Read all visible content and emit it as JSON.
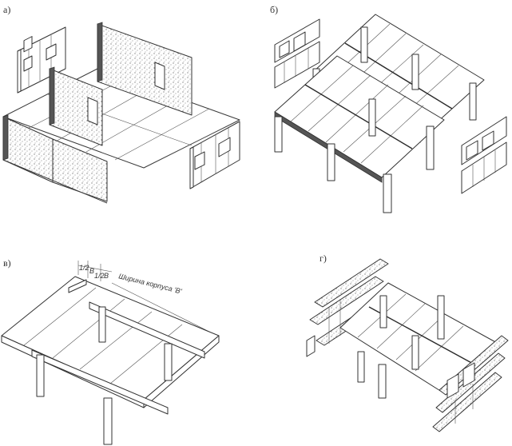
{
  "panels": [
    {
      "id": "a",
      "label": "а)"
    },
    {
      "id": "b",
      "label": "б)"
    },
    {
      "id": "v",
      "label": "в)"
    },
    {
      "id": "g",
      "label": "г)"
    }
  ],
  "annotations": {
    "corpus_width": "Ширина корпуса 'В'",
    "span_a": "В",
    "span_b": "В",
    "span_half_left": "1/2",
    "span_half_right": "1/2"
  },
  "colors": {
    "line": "#333333",
    "background": "#ffffff"
  }
}
